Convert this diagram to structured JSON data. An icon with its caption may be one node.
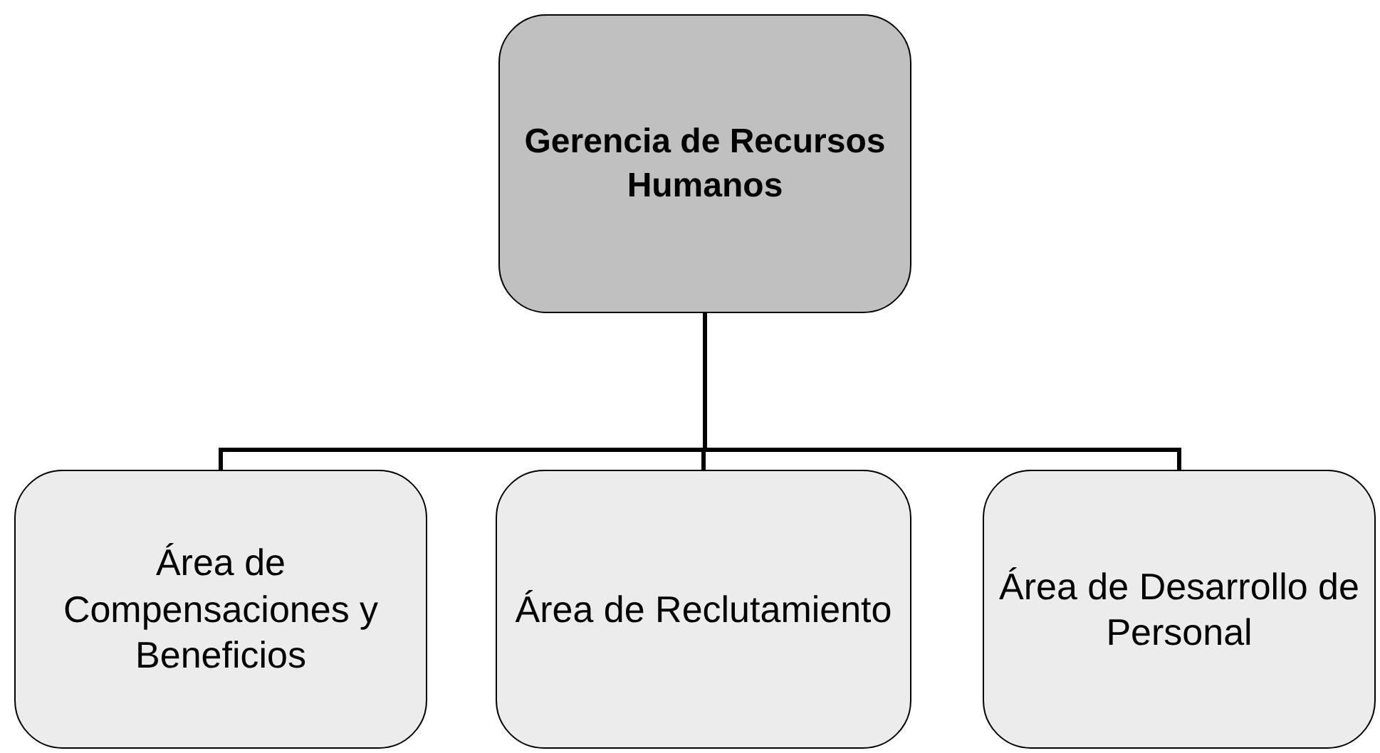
{
  "diagram": {
    "nodes": [
      {
        "text": [
          "Gerencia de Recursos Humanos"
        ]
      },
      {
        "text": [
          "Área de Compensaciones y Beneficios"
        ]
      },
      {
        "text": [
          "Área de Reclutamiento"
        ]
      },
      {
        "text": [
          "Área de Desarrollo de Personal"
        ]
      }
    ],
    "edges": [
      {
        "from": 0,
        "to": 1,
        "arrow": "none"
      },
      {
        "from": 0,
        "to": 2,
        "arrow": "none"
      },
      {
        "from": 0,
        "to": 3,
        "arrow": "none"
      }
    ]
  }
}
